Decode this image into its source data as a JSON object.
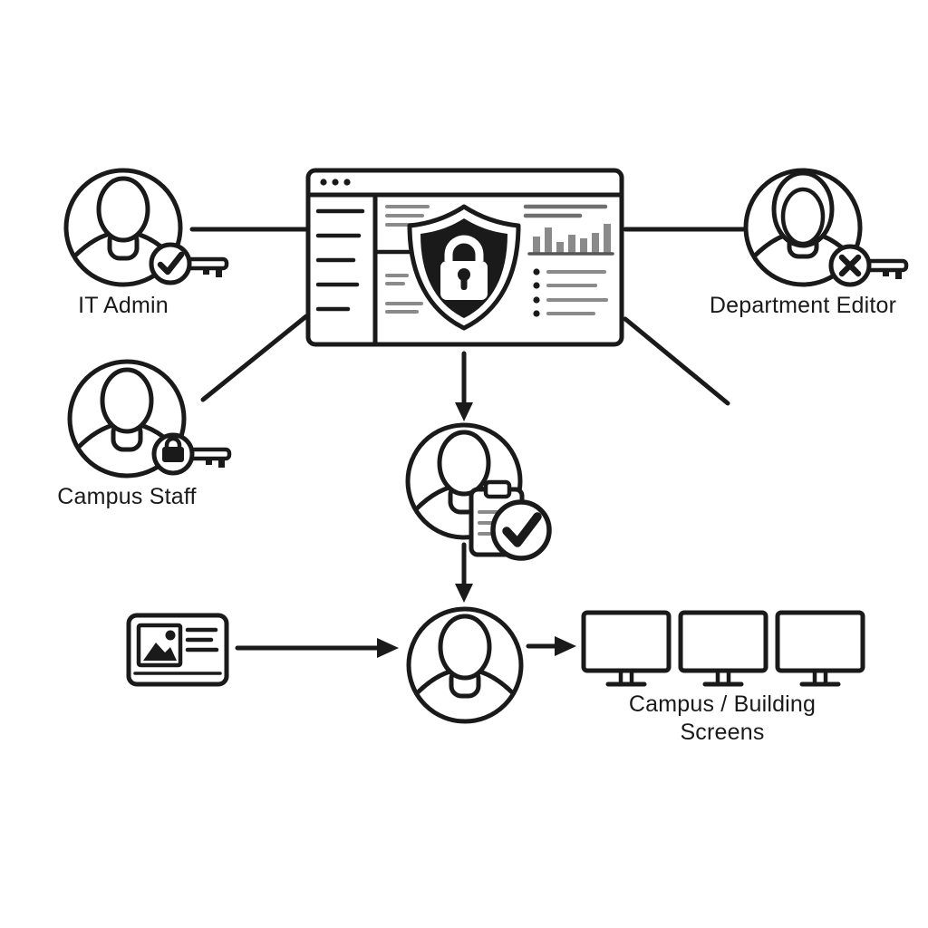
{
  "colors": {
    "background": "#ffffff",
    "stroke": "#1a1a1a",
    "muted_gray": "#8a8a8a",
    "shield_fill": "#1a1a1a"
  },
  "nodes": {
    "it_admin": {
      "label": "IT Admin",
      "key_badge": "check"
    },
    "department_editor": {
      "label": "Department Editor",
      "key_badge": "x"
    },
    "campus_staff": {
      "label": "Campus Staff",
      "key_badge": "lock"
    },
    "approval_person": {
      "badge": "clipboard-check"
    },
    "publisher_person": {
      "badge": "none"
    },
    "screens": {
      "label_line1": "Campus / Building",
      "label_line2": "Screens",
      "monitor_count": 3
    }
  }
}
